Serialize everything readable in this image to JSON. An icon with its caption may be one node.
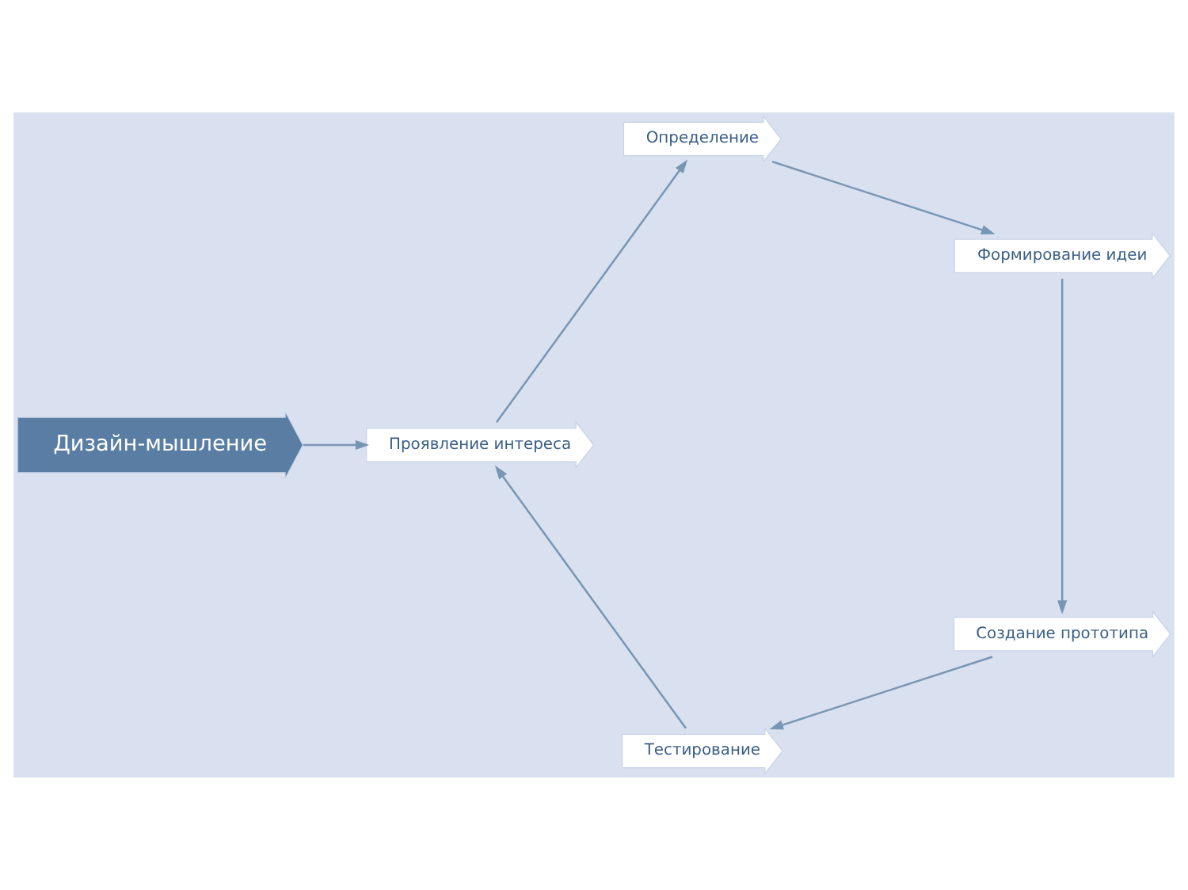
{
  "diagram": {
    "nodes": [
      {
        "text": [
          "Дизайн-мышление"
        ]
      },
      {
        "text": [
          "Проявление интереса"
        ]
      },
      {
        "text": [
          "Определение"
        ]
      },
      {
        "text": [
          "Формирование идеи"
        ]
      },
      {
        "text": [
          "Создание прототипа"
        ]
      },
      {
        "text": [
          "Тестирование"
        ]
      }
    ],
    "edges": [
      {
        "from": 0,
        "to": 1,
        "arrow": "to"
      },
      {
        "from": 1,
        "to": 2,
        "arrow": "to"
      },
      {
        "from": 2,
        "to": 3,
        "arrow": "to"
      },
      {
        "from": 3,
        "to": 4,
        "arrow": "to"
      },
      {
        "from": 4,
        "to": 5,
        "arrow": "to"
      },
      {
        "from": 5,
        "to": 1,
        "arrow": "to"
      }
    ]
  }
}
